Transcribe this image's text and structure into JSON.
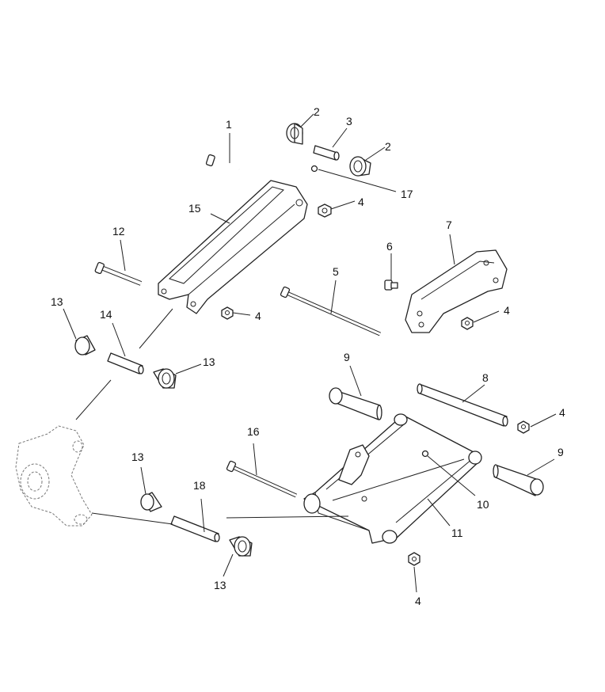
{
  "labels": {
    "l1": "1",
    "l2a": "2",
    "l2b": "2",
    "l3": "3",
    "l4a": "4",
    "l4b": "4",
    "l4c": "4",
    "l4d": "4",
    "l4e": "4",
    "l5": "5",
    "l6": "6",
    "l7": "7",
    "l8": "8",
    "l9a": "9",
    "l9b": "9",
    "l10": "10",
    "l11": "11",
    "l12": "12",
    "l13a": "13",
    "l13b": "13",
    "l13c": "13",
    "l13d": "13",
    "l14": "14",
    "l15": "15",
    "l16": "16",
    "l17": "17",
    "l18": "18"
  },
  "colors": {
    "line": "#222222",
    "background": "#ffffff",
    "ghost": "#777777"
  }
}
